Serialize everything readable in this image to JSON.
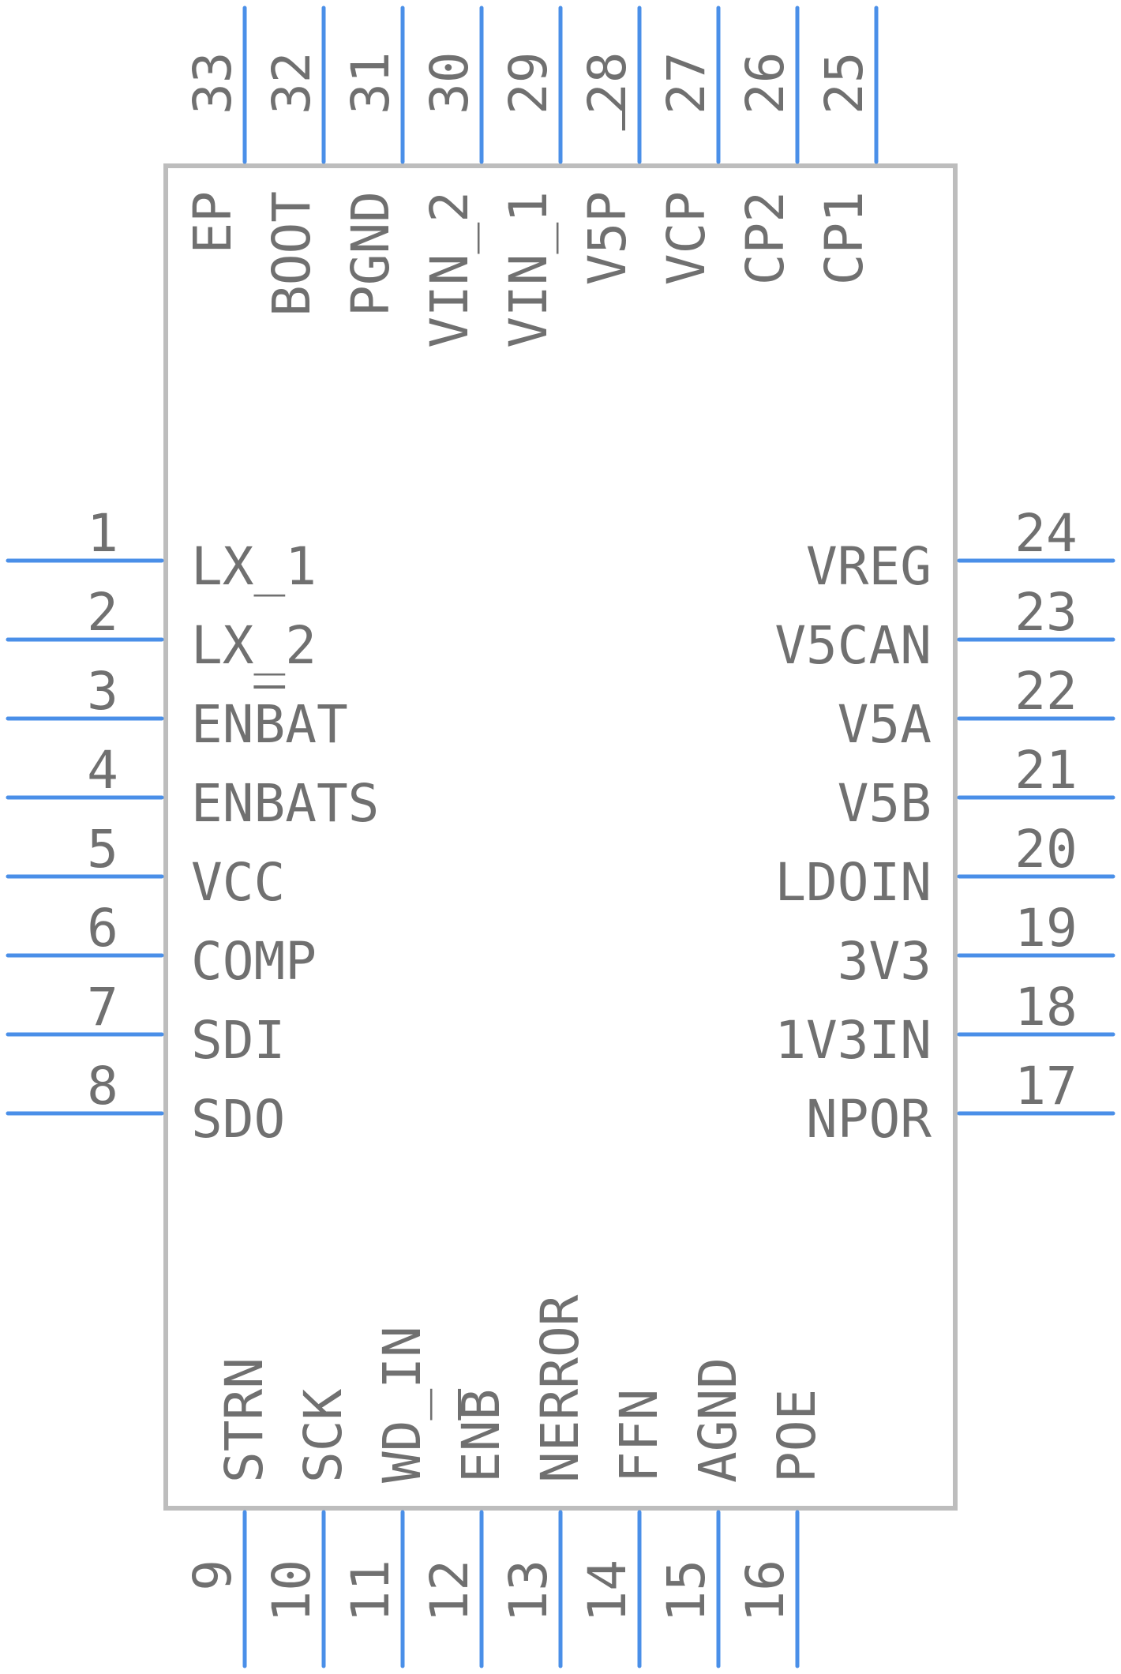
{
  "colors": {
    "pin": "#4a8fe8",
    "body_outline": "#bdbdbd",
    "text": "#707070"
  },
  "pins": {
    "left": [
      {
        "num": "1",
        "label": "LX_1"
      },
      {
        "num": "2",
        "label": "LX_2"
      },
      {
        "num": "3",
        "label": "ENBAT"
      },
      {
        "num": "4",
        "label": "ENBATS"
      },
      {
        "num": "5",
        "label": "VCC"
      },
      {
        "num": "6",
        "label": "COMP"
      },
      {
        "num": "7",
        "label": "SDI"
      },
      {
        "num": "8",
        "label": "SDO"
      }
    ],
    "right": [
      {
        "num": "24",
        "label": "VREG"
      },
      {
        "num": "23",
        "label": "V5CAN"
      },
      {
        "num": "22",
        "label": "V5A"
      },
      {
        "num": "21",
        "label": "V5B"
      },
      {
        "num": "20",
        "label": "LDOIN"
      },
      {
        "num": "19",
        "label": "3V3"
      },
      {
        "num": "18",
        "label": "1V3IN"
      },
      {
        "num": "17",
        "label": "NPOR"
      }
    ],
    "top": [
      {
        "num": "33",
        "label": "EP"
      },
      {
        "num": "32",
        "label": "BOOT"
      },
      {
        "num": "31",
        "label": "PGND"
      },
      {
        "num": "30",
        "label": "VIN_2"
      },
      {
        "num": "29",
        "label": "VIN_1"
      },
      {
        "num": "28",
        "label": "V5P"
      },
      {
        "num": "27",
        "label": "VCP"
      },
      {
        "num": "26",
        "label": "CP2"
      },
      {
        "num": "25",
        "label": "CP1"
      }
    ],
    "bottom": [
      {
        "num": "9",
        "label": "STRN"
      },
      {
        "num": "10",
        "label": "SCK"
      },
      {
        "num": "11",
        "label": "WD_IN"
      },
      {
        "num": "12",
        "label": "ENB"
      },
      {
        "num": "13",
        "label": "NERROR"
      },
      {
        "num": "14",
        "label": "FFN"
      },
      {
        "num": "15",
        "label": "AGND"
      },
      {
        "num": "16",
        "label": "POE"
      }
    ]
  }
}
